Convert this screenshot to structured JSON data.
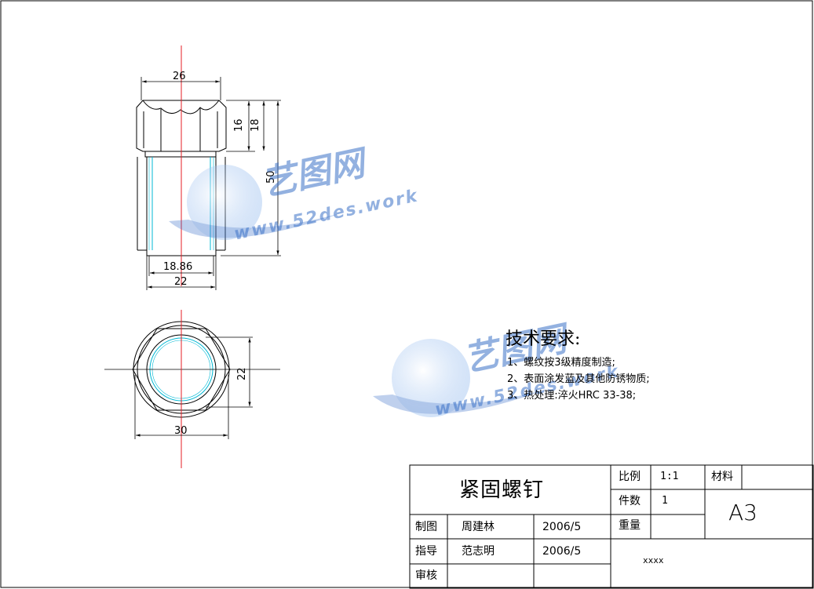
{
  "drawing": {
    "dims_front": {
      "top_width": "26",
      "upper_height": "16",
      "height_18": "18",
      "total_height": "50",
      "inner_width": "18.86",
      "bottom_width": "22"
    },
    "dims_top": {
      "across_flats": "22",
      "outer_diameter": "30"
    }
  },
  "watermark": {
    "brand": "艺图网",
    "url": "www.52des.work"
  },
  "tech": {
    "title": "技术要求:",
    "items": [
      "1、螺纹按3级精度制造;",
      "2、表面涂发蓝及其他防锈物质;",
      "3、热处理:淬火HRC 33-38;"
    ]
  },
  "title_block": {
    "part_name": "紧固螺钉",
    "scale_label": "比例",
    "scale_value": "1:1",
    "qty_label": "件数",
    "qty_value": "1",
    "weight_label": "重量",
    "material_label": "材料",
    "sheet_size": "A3",
    "drawn_label": "制图",
    "drawn_name": "周建林",
    "drawn_date": "2006/5",
    "guide_label": "指导",
    "guide_name": "范志明",
    "guide_date": "2006/5",
    "review_label": "审核",
    "company": "xxxx"
  },
  "colors": {
    "red_center": "#e41e26",
    "cyan_thread": "#00b8d4",
    "watermark_blue": "#3c72c8"
  }
}
